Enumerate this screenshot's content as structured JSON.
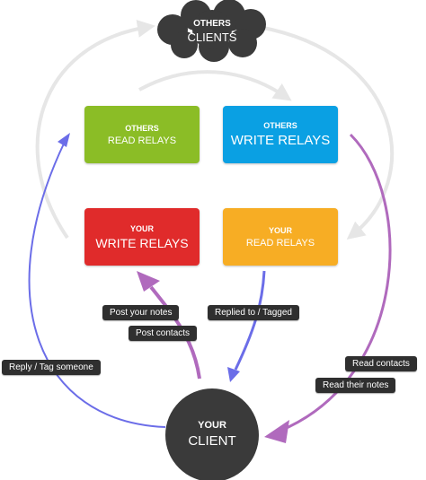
{
  "others_clients": {
    "line1": "OTHERS",
    "line2": "CLIENTS"
  },
  "others_read_relays": {
    "line1": "OTHERS",
    "line2": "READ RELAYS",
    "color": "#8bbd26"
  },
  "others_write_relays": {
    "line1": "OTHERS",
    "line2": "WRITE RELAYS",
    "color": "#0aa0e3"
  },
  "your_write_relays": {
    "line1": "YOUR",
    "line2": "WRITE RELAYS",
    "color": "#e02b2b"
  },
  "your_read_relays": {
    "line1": "YOUR",
    "line2": "READ RELAYS",
    "color": "#f7ad24"
  },
  "your_client": {
    "line1": "YOUR",
    "line2": "CLIENT",
    "color": "#3a3a3a"
  },
  "labels": {
    "post_notes": "Post your notes",
    "post_contacts": "Post contacts",
    "replied_tagged": "Replied to / Tagged",
    "reply_tag": "Reply / Tag someone",
    "read_contacts": "Read contacts",
    "read_notes": "Read their notes"
  },
  "arrow_colors": {
    "blue": "#6b6de8",
    "purple": "#b06abd",
    "gray": "#e6e6e6"
  }
}
